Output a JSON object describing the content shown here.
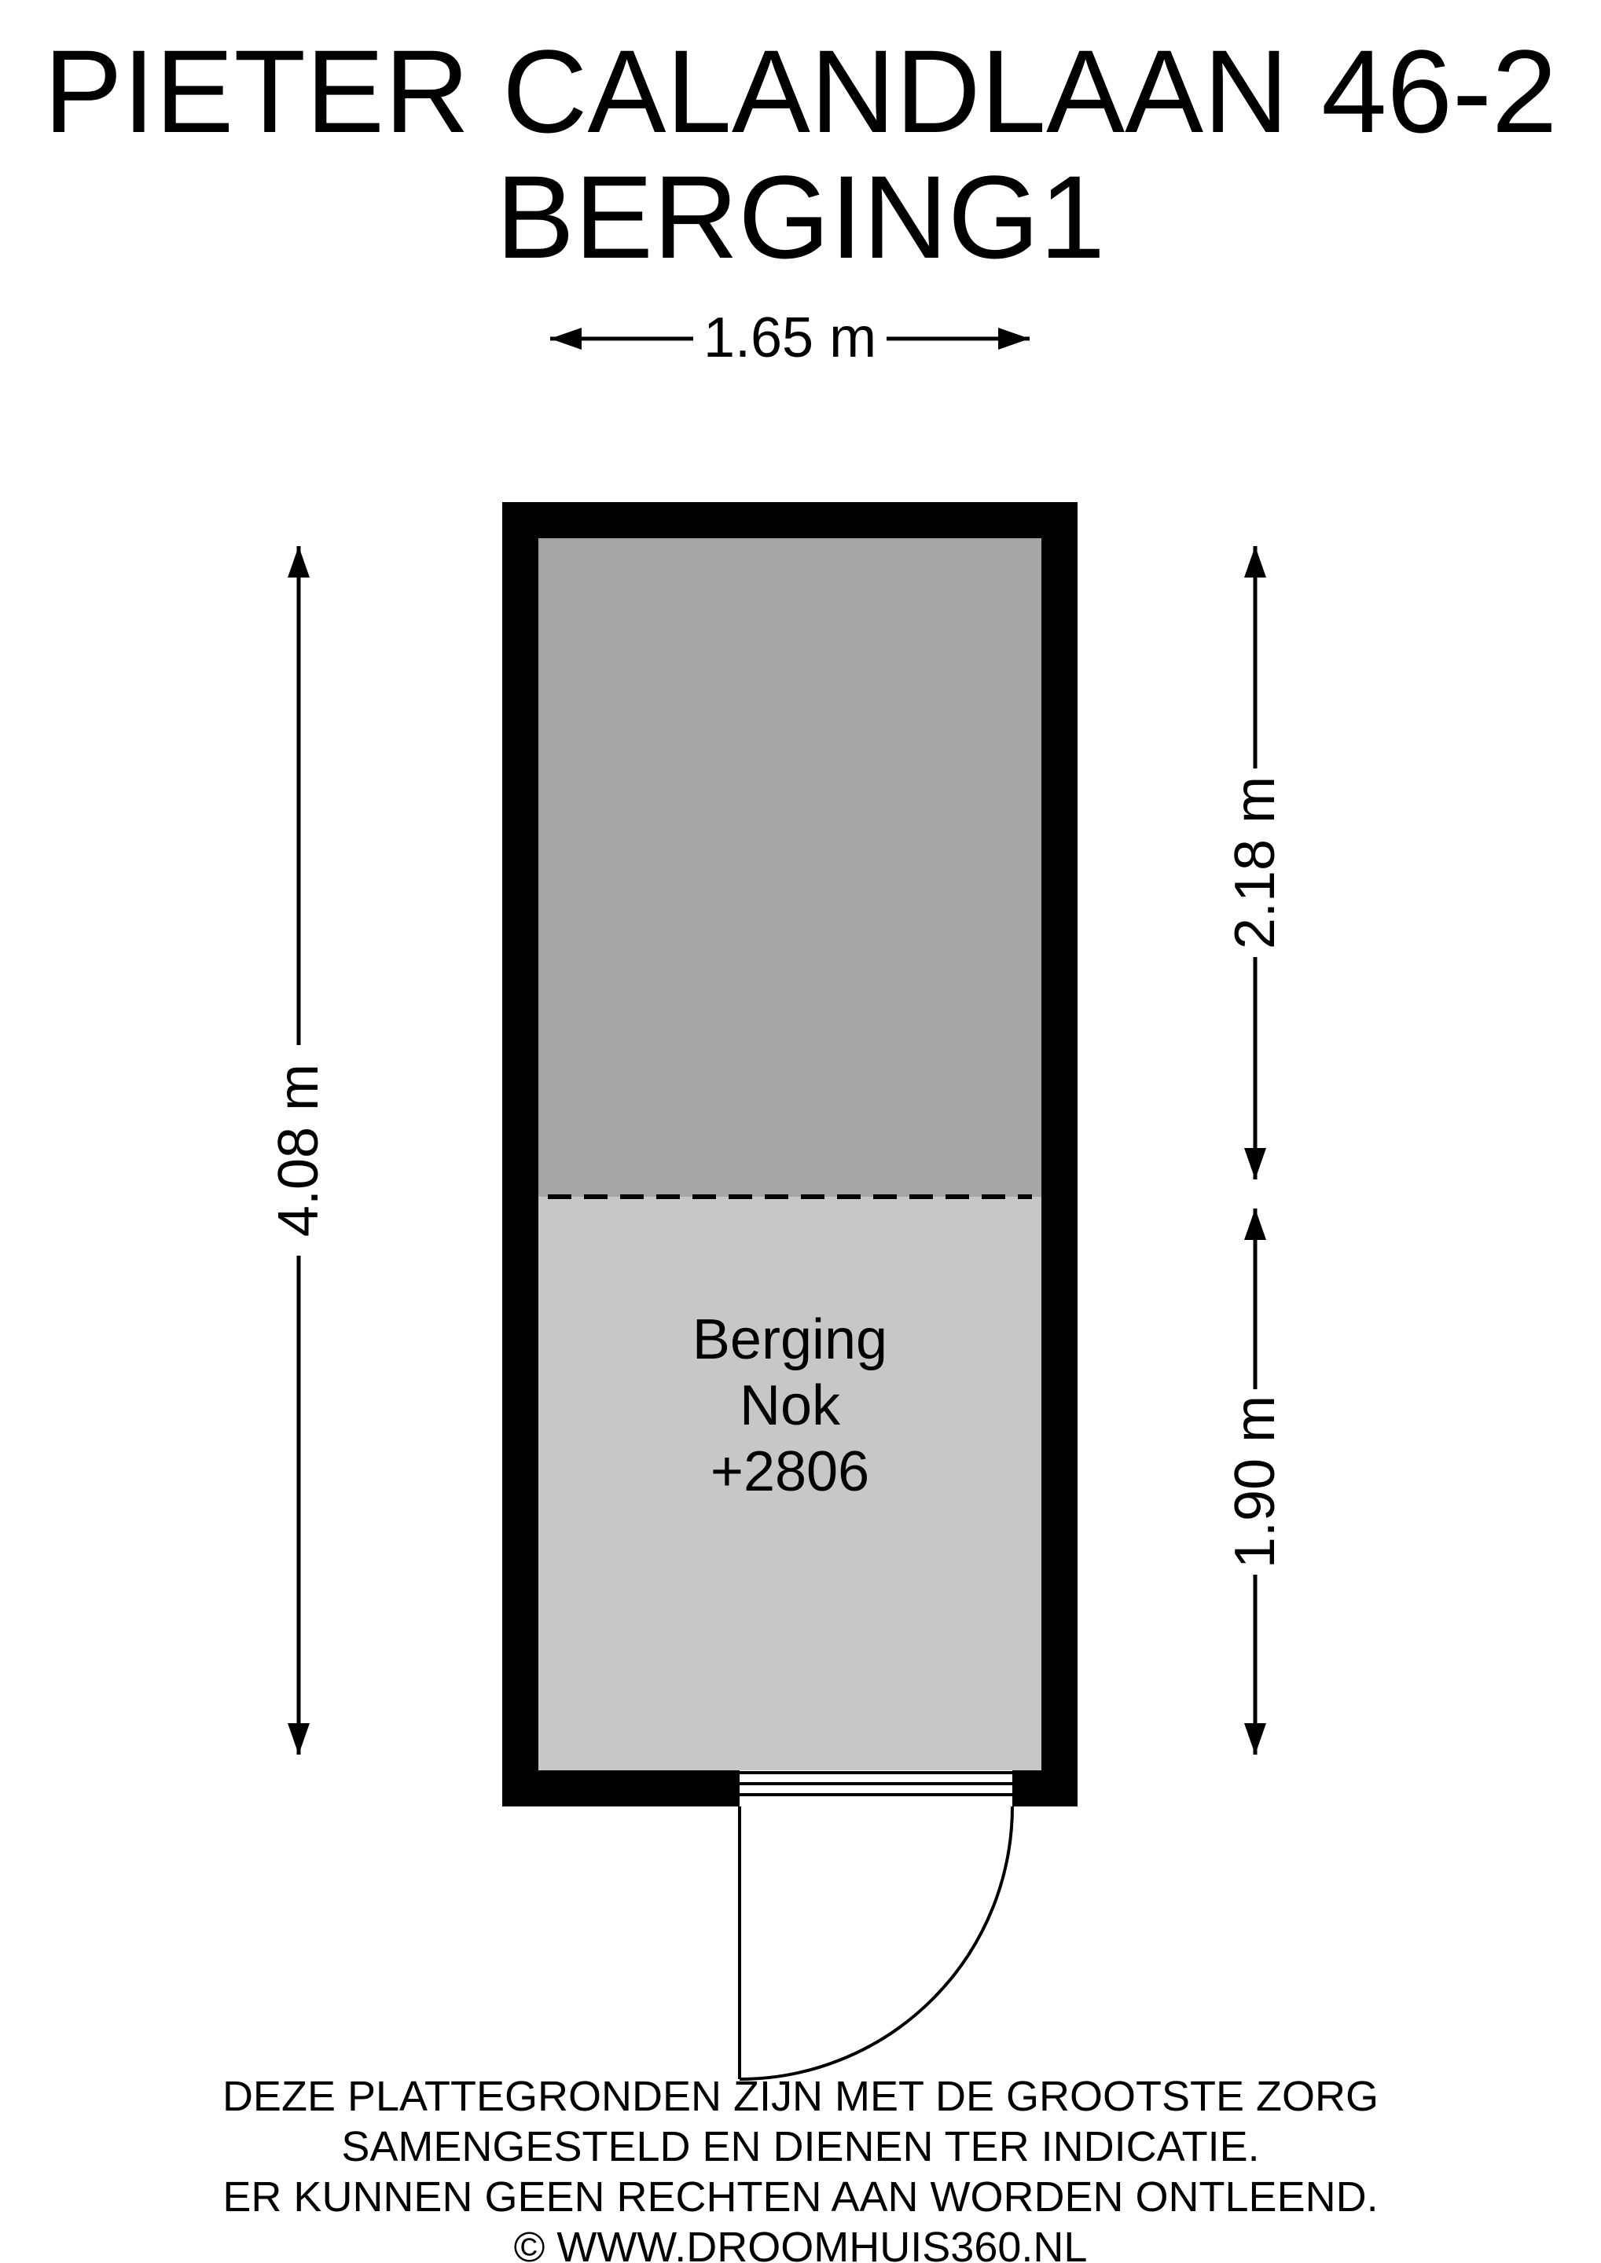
{
  "title": {
    "line1": "PIETER CALANDLAAN 46-2",
    "line2": "BERGING1"
  },
  "dimensions": {
    "width": "1.65 m",
    "height_total": "4.08 m",
    "height_upper": "2.18 m",
    "height_lower": "1.90 m"
  },
  "room": {
    "name": "Berging",
    "label_line2": "Nok",
    "label_line3": "+2806"
  },
  "footer": {
    "lines": [
      "DEZE PLATTEGRONDEN ZIJN MET DE GROOTSTE ZORG",
      "SAMENGESTELD EN DIENEN TER INDICATIE.",
      "ER KUNNEN GEEN RECHTEN AAN WORDEN ONTLEEND.",
      "© WWW.DROOMHUIS360.NL"
    ]
  },
  "colors": {
    "wall": "#000000",
    "room_upper": "#a6a6a6",
    "room_lower": "#c7c7c7",
    "background": "#ffffff",
    "text": "#000000"
  }
}
